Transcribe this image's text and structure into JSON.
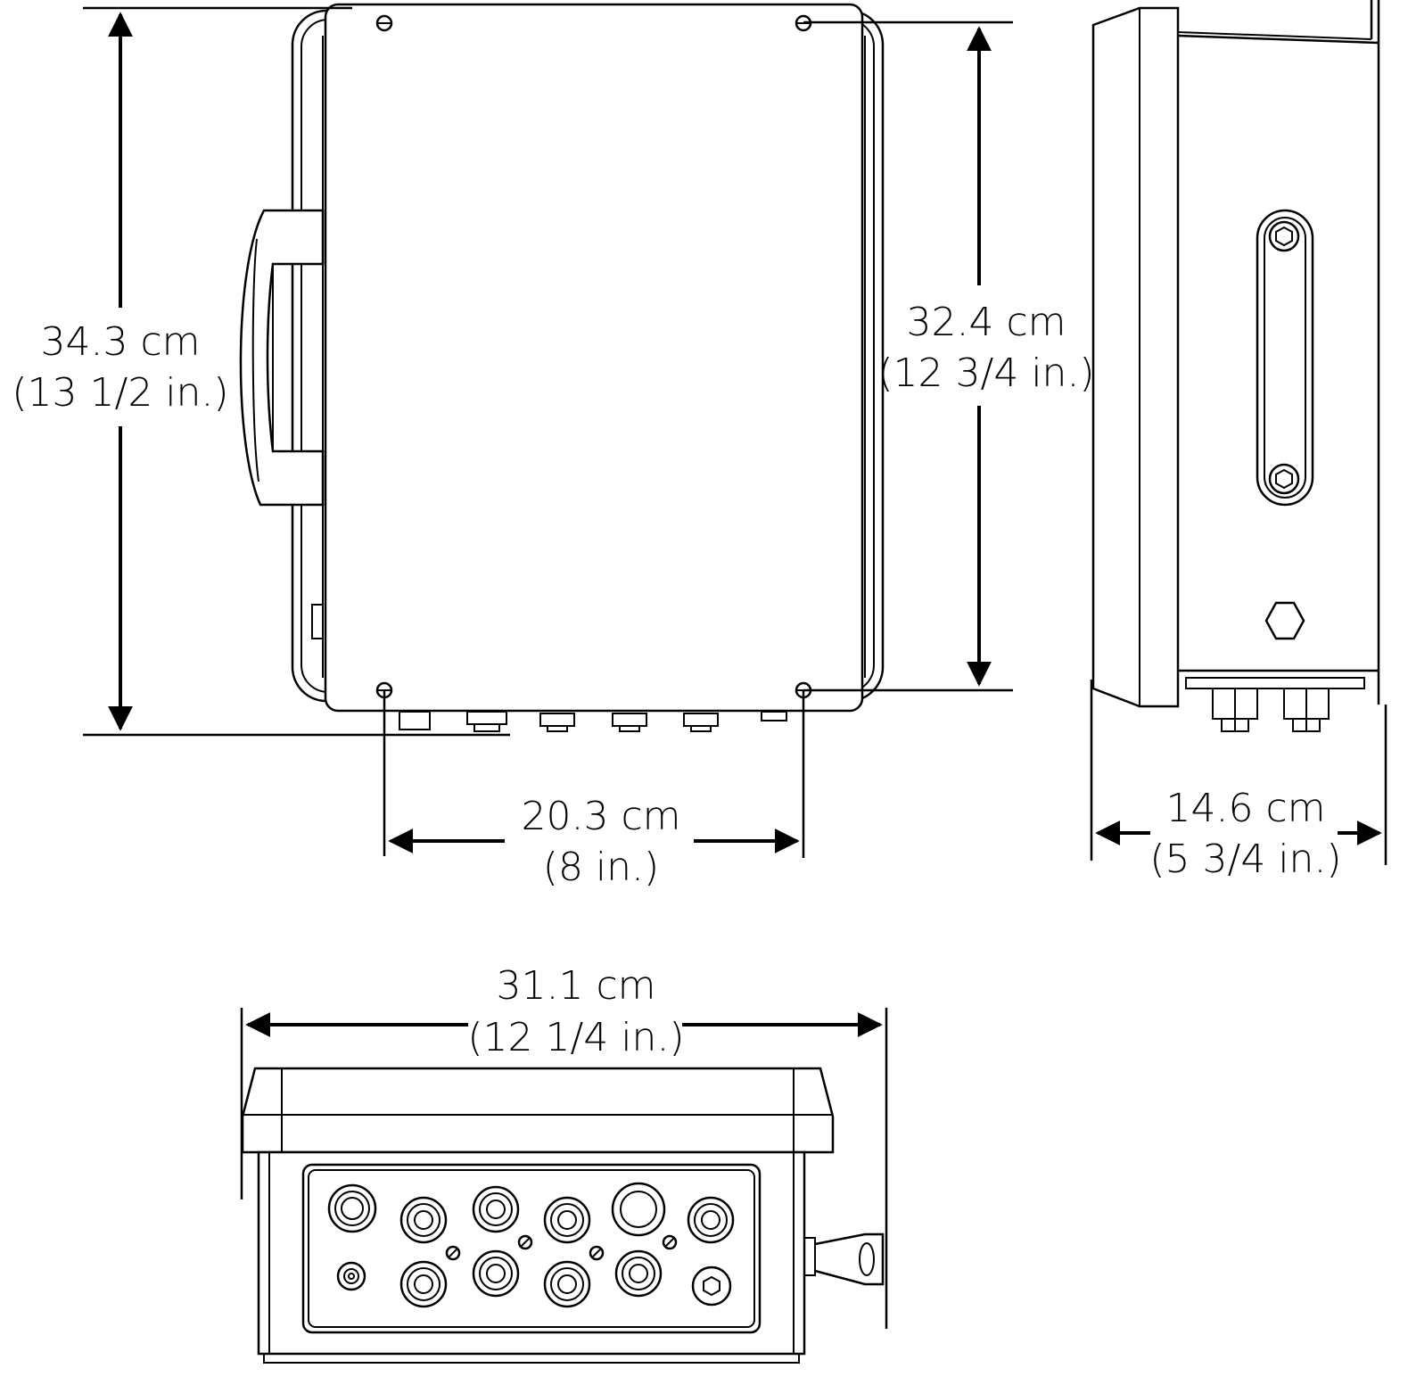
{
  "colors": {
    "line": "#000000",
    "background": "#ffffff"
  },
  "dimensions": {
    "overall_height": {
      "metric": "34.3 cm",
      "imperial": "(13 1/2 in.)"
    },
    "mount_height": {
      "metric": "32.4 cm",
      "imperial": "(12 3/4 in.)"
    },
    "mount_width": {
      "metric": "20.3 cm",
      "imperial": "(8 in.)"
    },
    "depth": {
      "metric": "14.6 cm",
      "imperial": "(5 3/4 in.)"
    },
    "overall_width": {
      "metric": "31.1 cm",
      "imperial": "(12 1/4 in.)"
    }
  }
}
